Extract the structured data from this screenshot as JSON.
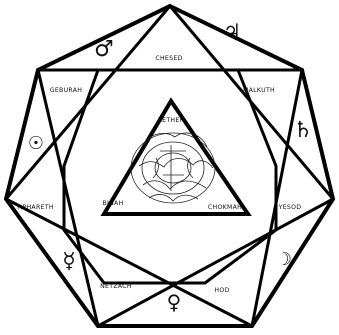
{
  "diagram": {
    "center_labels": {
      "top": "KETHER",
      "left": "BINAH",
      "right": "CHOKMAH"
    },
    "outer_labels": {
      "top": "CHESED",
      "upper_left": "GEBURAH",
      "upper_right": "MALKUTH",
      "left": "TIPHARETH",
      "right": "YESOD",
      "lower_left": "NETZACH",
      "lower_right": "HOD"
    },
    "planet_symbols": {
      "mars": "♂",
      "jupiter": "♃",
      "sun": "☉",
      "saturn": "♄",
      "mercury": "☿",
      "moon": "☽",
      "venus": "♀"
    }
  }
}
